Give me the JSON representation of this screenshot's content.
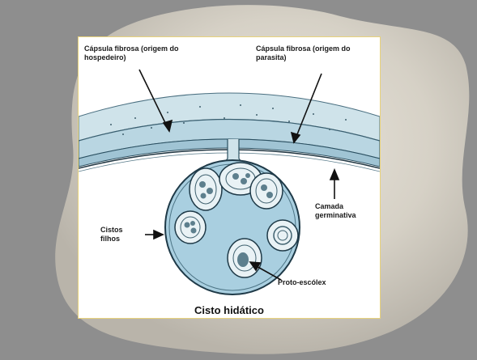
{
  "colors": {
    "background": "#8f8f8f",
    "card_border": "#e8d27a",
    "cyst_fill": "#a9cfe0",
    "capsule_fill": "#cfe3ea"
  },
  "labels": {
    "host_capsule": "Cápsula fibrosa (origem do hospedeiro)",
    "parasite_capsule": "Cápsula fibrosa (origem do parasita)",
    "germinal_layer": "Camada germinativa",
    "daughter_cysts": "Cistos filhos",
    "protoscolex": "Proto-escólex"
  },
  "caption": "Cisto hidático"
}
